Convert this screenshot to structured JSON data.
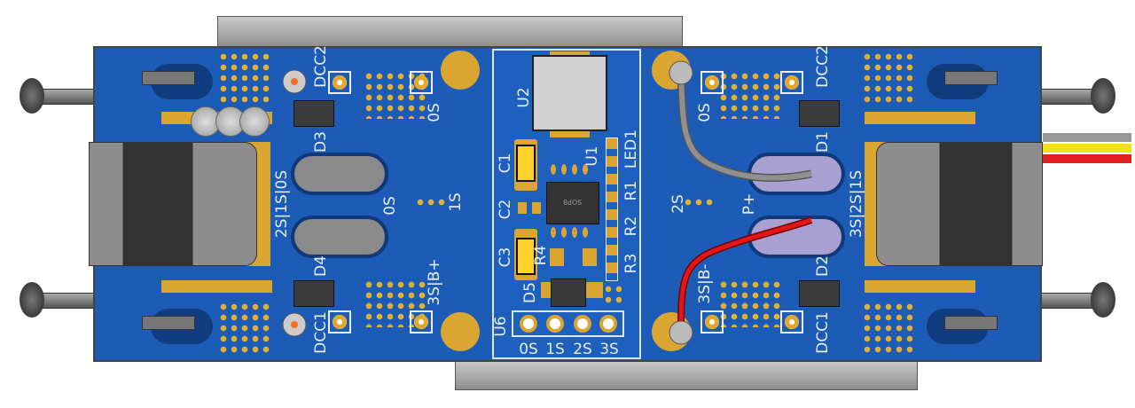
{
  "board": {
    "left": {
      "dcc2": "DCC2",
      "dcc1": "DCC1",
      "d3": "D3",
      "d4": "D4",
      "switch_label": "2S|1S|0S",
      "os_top": "0S",
      "os_mid": "0S",
      "s1": "1S",
      "b_plus": "3S|B+"
    },
    "right": {
      "dcc2": "DCC2",
      "dcc1": "DCC1",
      "d1": "D1",
      "d2": "D2",
      "switch_label": "3S|2S|1S",
      "os_top": "0S",
      "s2": "2S",
      "p_plus": "P+",
      "b_minus": "3S|B-"
    },
    "module": {
      "u2": "U2",
      "u1": "U1",
      "u1_marking": "SOP8",
      "c1": "C1",
      "c2": "C2",
      "c3": "C3",
      "led1": "LED1",
      "r1": "R1",
      "r2": "R2",
      "r3": "R3",
      "r4": "R4",
      "d5": "D5",
      "u6": "U6",
      "header_labels": [
        "0S",
        "1S",
        "2S",
        "3S"
      ]
    }
  },
  "colors": {
    "pcb": "#1d5cb6",
    "copper": "#dba531",
    "silkscreen": "#e8eefa"
  }
}
